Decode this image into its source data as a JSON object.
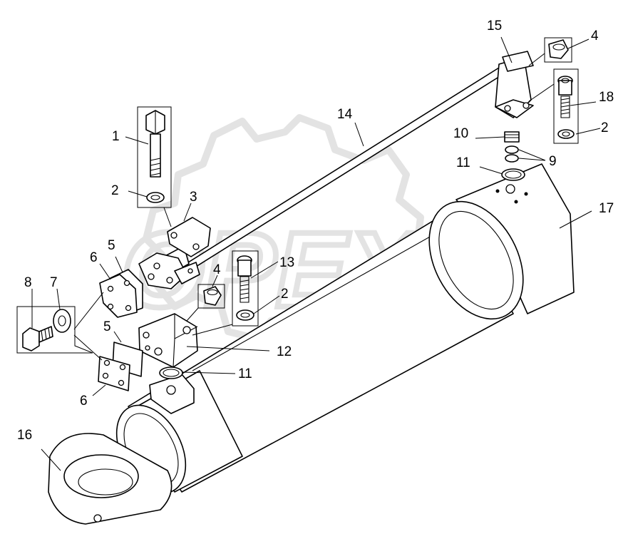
{
  "watermark": {
    "text": "OPEX"
  },
  "callouts": {
    "c1": "1",
    "c2a": "2",
    "c3": "3",
    "c4a": "4",
    "c5a": "5",
    "c6a": "6",
    "c7": "7",
    "c8": "8",
    "c13": "13",
    "c2b": "2",
    "c4b": "4",
    "c5b": "5",
    "c12": "12",
    "c11a": "11",
    "c6b": "6",
    "c14": "14",
    "c15": "15",
    "c4c": "4",
    "c18": "18",
    "c2c": "2",
    "c10": "10",
    "c9": "9",
    "c11b": "11",
    "c17": "17",
    "c16": "16"
  }
}
